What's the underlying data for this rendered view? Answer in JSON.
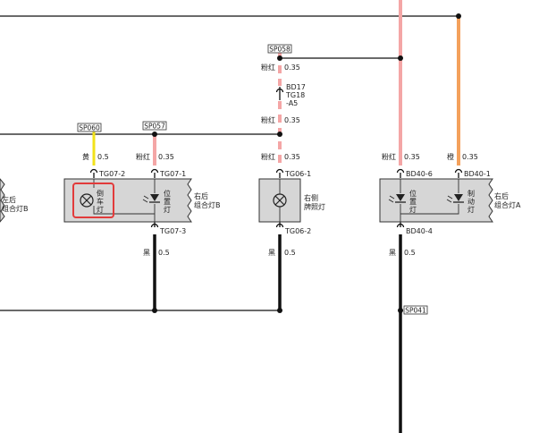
{
  "splices": {
    "sp060": "SP060",
    "sp057": "SP057",
    "sp058": "SP058",
    "sp041": "SP041"
  },
  "wires": {
    "tg07_2": {
      "color": "黄",
      "gauge": "0.5"
    },
    "tg07_1": {
      "color": "粉红",
      "gauge": "0.35"
    },
    "sp058_down": {
      "color": "粉红",
      "gauge": "0.35"
    },
    "bd17_down": {
      "color": "粉红",
      "gauge": "0.35"
    },
    "tg06_1": {
      "color": "粉红",
      "gauge": "0.35"
    },
    "bd40_6": {
      "color": "粉红",
      "gauge": "0.35"
    },
    "bd40_1": {
      "color": "橙",
      "gauge": "0.35"
    },
    "tg07_3": {
      "color": "黑",
      "gauge": "0.5"
    },
    "tg06_2": {
      "color": "黑",
      "gauge": "0.5"
    },
    "bd40_4": {
      "color": "黑",
      "gauge": "0.5"
    }
  },
  "connectors": {
    "tg07_2": "TG07-2",
    "tg07_1": "TG07-1",
    "tg07_3": "TG07-3",
    "tg06_1": "TG06-1",
    "tg06_2": "TG06-2",
    "bd40_6": "BD40-6",
    "bd40_1": "BD40-1",
    "bd40_4": "BD40-4",
    "inline": {
      "line1": "BD17",
      "line2": "TG18",
      "line3": "-A5"
    }
  },
  "components": {
    "left_combo": {
      "line1": "左后",
      "line2": "组合灯B"
    },
    "right_combo_b": {
      "line1": "右后",
      "line2": "组合灯B"
    },
    "plate_light": {
      "line1": "右侧",
      "line2": "牌照灯"
    },
    "right_combo_a": {
      "line1": "右后",
      "line2": "组合灯A"
    },
    "reverse_lamp": [
      "倒",
      "车",
      "灯"
    ],
    "position_lamp_b": [
      "位",
      "置",
      "灯"
    ],
    "position_lamp_a": [
      "位",
      "置",
      "灯"
    ],
    "brake_lamp": [
      "制",
      "动",
      "灯"
    ]
  },
  "colors": {
    "pink_wire": "#f4a6a6",
    "orange_wire": "#f4a15c",
    "yellow_wire": "#f2e21a",
    "black_wire": "#111111",
    "component_fill": "#d6d6d6",
    "highlight": "#e23b3b"
  }
}
